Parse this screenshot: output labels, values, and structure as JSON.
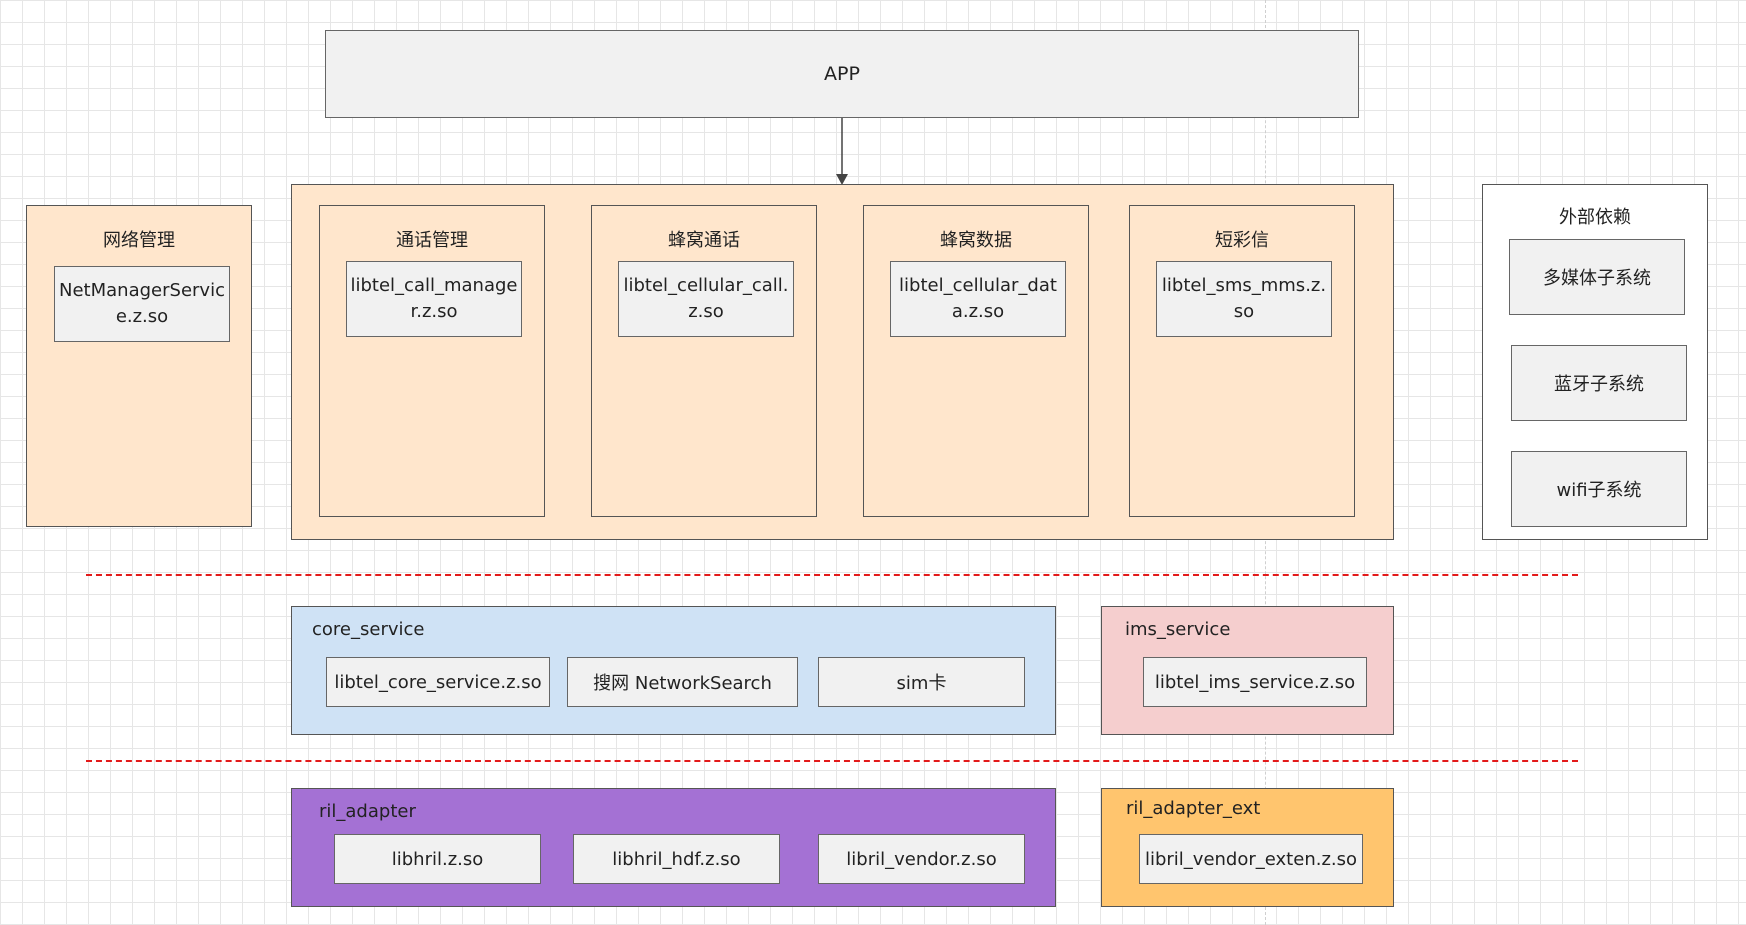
{
  "app": {
    "label": "APP"
  },
  "network_mgmt": {
    "title": "网络管理",
    "module": "NetManagerService.z.so"
  },
  "telephony": {
    "groups": [
      {
        "title": "通话管理",
        "module": "libtel_call_manager.z.so"
      },
      {
        "title": "蜂窝通话",
        "module": "libtel_cellular_call.z.so"
      },
      {
        "title": "蜂窝数据",
        "module": "libtel_cellular_data.z.so"
      },
      {
        "title": "短彩信",
        "module": "libtel_sms_mms.z.so"
      }
    ]
  },
  "external": {
    "title": "外部依赖",
    "items": [
      "多媒体子系统",
      "蓝牙子系统",
      "wifi子系统"
    ]
  },
  "core_service": {
    "title": "core_service",
    "modules": [
      "libtel_core_service.z.so",
      "搜网 NetworkSearch",
      "sim卡"
    ]
  },
  "ims_service": {
    "title": "ims_service",
    "modules": [
      "libtel_ims_service.z.so"
    ]
  },
  "ril_adapter": {
    "title": "ril_adapter",
    "modules": [
      "libhril.z.so",
      "libhril_hdf.z.so",
      "libril_vendor.z.so"
    ]
  },
  "ril_adapter_ext": {
    "title": "ril_adapter_ext",
    "modules": [
      "libril_vendor_exten.z.so"
    ]
  },
  "colors": {
    "peach": "#ffe6cc",
    "module_gray": "#f1f1f1",
    "core_blue": "#cfe2f5",
    "ims_pink": "#f5cece",
    "ril_purple": "#a471d4",
    "ril_ext_orange": "#ffc56e",
    "separator_red": "#e31a1a"
  }
}
